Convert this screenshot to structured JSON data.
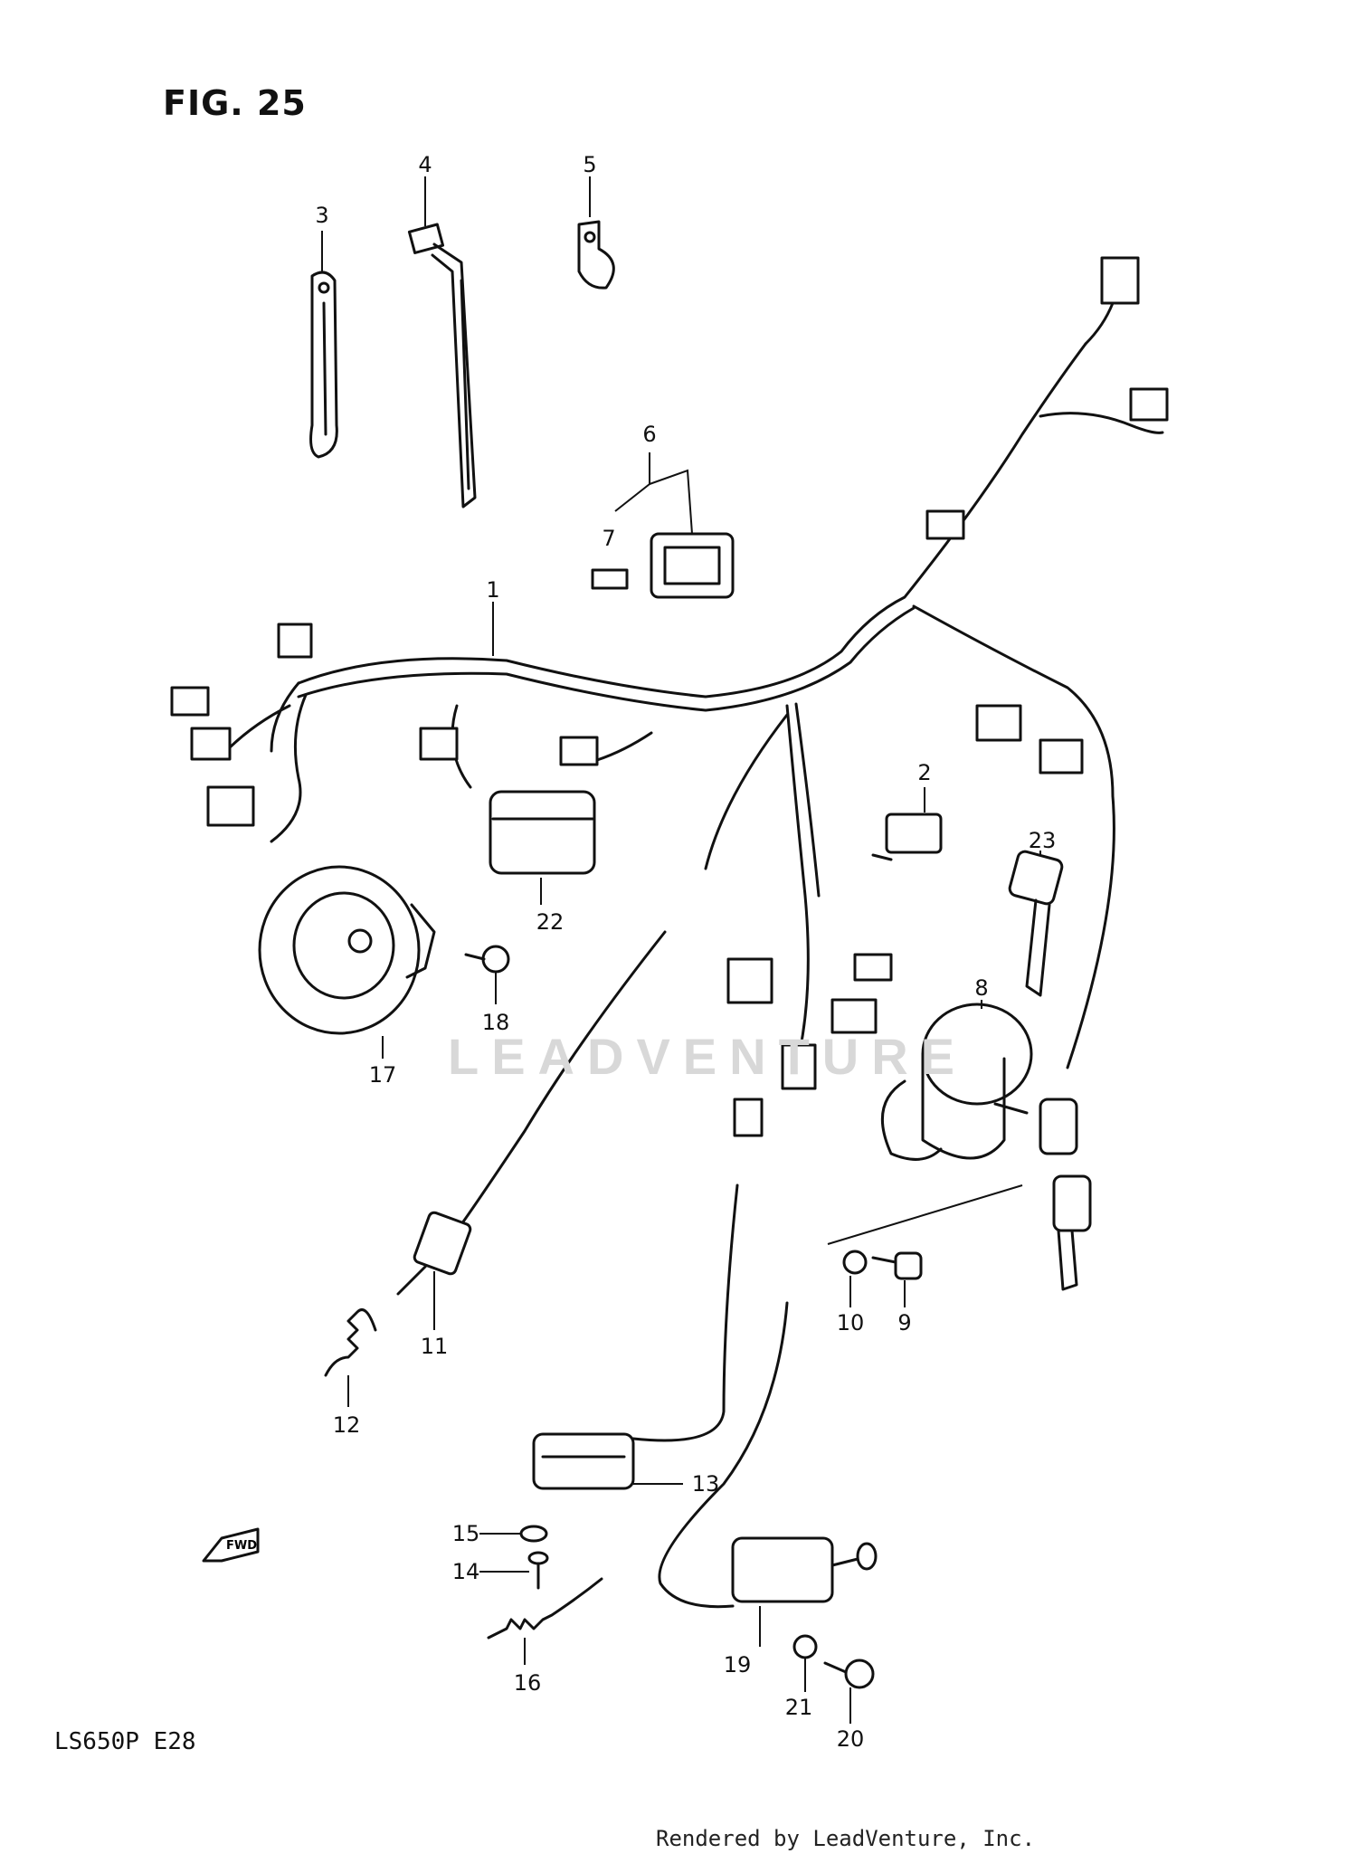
{
  "figure": {
    "title": "FIG. 25",
    "model_code": "LS650P  E28"
  },
  "footer": {
    "rendered_by": "Rendered by LeadVenture, Inc."
  },
  "watermark": {
    "text": "LEADVENTURE"
  },
  "callouts": {
    "c1": "1",
    "c2": "2",
    "c3": "3",
    "c4": "4",
    "c5": "5",
    "c6": "6",
    "c7": "7",
    "c8": "8",
    "c9": "9",
    "c10": "10",
    "c11": "11",
    "c12": "12",
    "c13": "13",
    "c14": "14",
    "c15": "15",
    "c16": "16",
    "c17": "17",
    "c18": "18",
    "c19": "19",
    "c20": "20",
    "c21": "21",
    "c22": "22",
    "c23": "23"
  },
  "fwd_label": "FWD"
}
